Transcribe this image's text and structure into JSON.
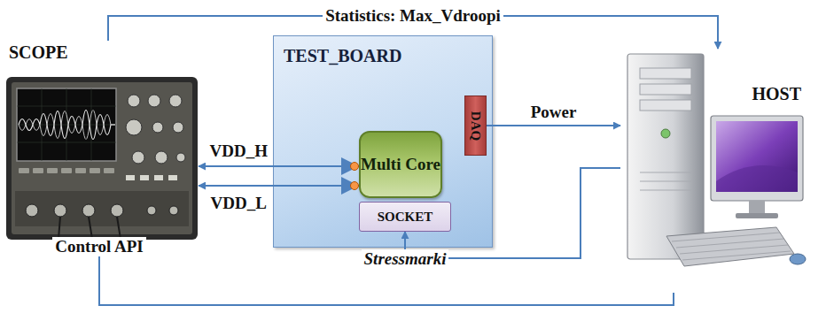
{
  "diagram": {
    "nodes": [
      {
        "text": [
          "SCOPE"
        ]
      },
      {
        "text": [
          "TEST_BOARD"
        ]
      },
      {
        "text": [
          "Multi Core"
        ],
        "in": 1
      },
      {
        "text": [
          "SOCKET"
        ],
        "in": 1
      },
      {
        "text": [
          "DAQ"
        ],
        "in": 1
      },
      {
        "text": [
          "HOST"
        ]
      }
    ],
    "edges": [
      {
        "from": 0,
        "to": 5,
        "arrow": "to",
        "label": "Statistics: Max_Vdroopi"
      },
      {
        "from": 0,
        "to": 2,
        "arrow": "both",
        "label": "VDD_H"
      },
      {
        "from": 0,
        "to": 2,
        "arrow": "both",
        "label": "VDD_L"
      },
      {
        "from": 4,
        "to": 5,
        "arrow": "to",
        "label": "Power"
      },
      {
        "from": 5,
        "to": 3,
        "arrow": "to",
        "label": "Stressmarki"
      },
      {
        "from": 5,
        "to": 0,
        "arrow": "to",
        "label": "Control API"
      }
    ]
  }
}
